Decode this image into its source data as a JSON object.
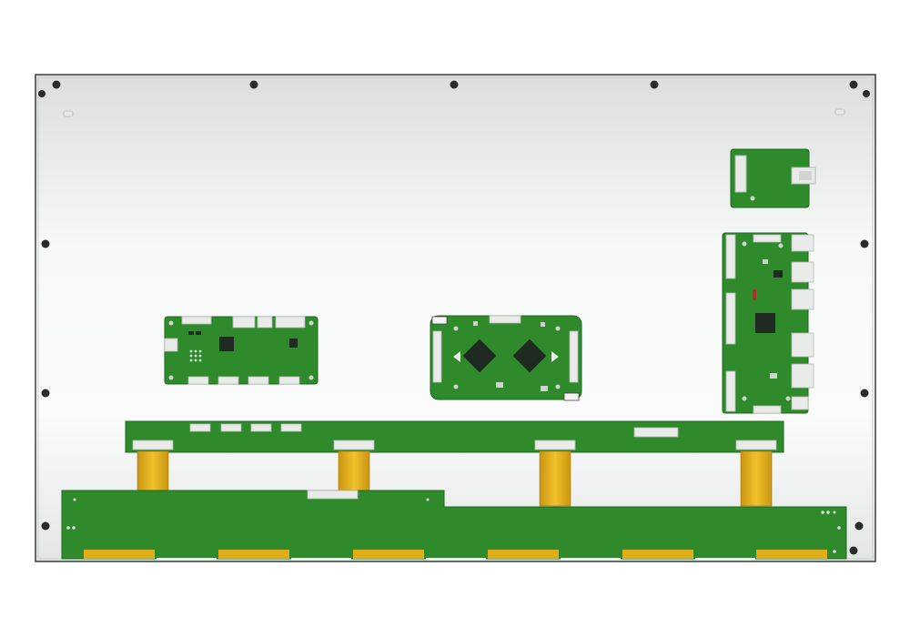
{
  "colors": {
    "background": "#ffffff",
    "panel_light": "#f7f8f8",
    "panel_dark": "#dcdede",
    "panel_border": "#3a3a3a",
    "pcb_green": "#2f8a2c",
    "pcb_green_dark": "#1f6b1e",
    "fpc_gold": "#e0ae1a",
    "connector": "#e9ebe9",
    "chip": "#1f2a22",
    "screw": "#2a2a2a"
  },
  "components": {
    "mounting_screws": 14,
    "control_boards": 4,
    "source_boards": 2,
    "fpc_cables": 4,
    "cof_bonds": 6
  }
}
